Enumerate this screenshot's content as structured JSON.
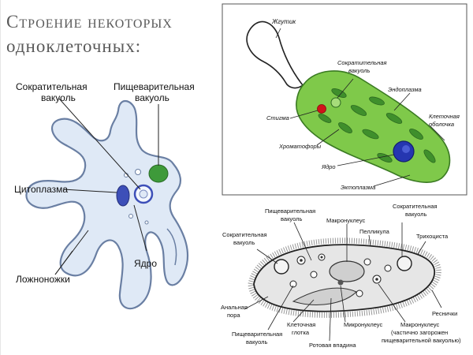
{
  "title": {
    "line1": "Строение некоторых",
    "line2": "одноклеточных:"
  },
  "amoeba": {
    "labels": {
      "contractile_vacuole_1": "Сократительная",
      "contractile_vacuole_2": "вакуоль",
      "digestive_vacuole_1": "Пищеварительная",
      "digestive_vacuole_2": "вакуоль",
      "cytoplasm": "Цитоплазма",
      "nucleus": "Ядро",
      "pseudopodia": "Ложноножки"
    }
  },
  "euglena": {
    "labels": {
      "flagellum": "Жгутик",
      "contractile_vacuole_1": "Сократительная",
      "contractile_vacuole_2": "вакуоль",
      "endoplasm": "Эндоплазма",
      "stigma": "Стигма",
      "cell_membrane_1": "Клеточная",
      "cell_membrane_2": "оболочка",
      "chromatophores": "Хроматофоры",
      "nucleus": "Ядро",
      "ectoplasm": "Эктоплазма"
    }
  },
  "paramecium": {
    "labels": {
      "digestive_vacuole_top_1": "Пищеварительная",
      "digestive_vacuole_top_2": "вакуоль",
      "macronucleus_top": "Макронуклеус",
      "contractile_vacuole_right_1": "Сократительная",
      "contractile_vacuole_right_2": "вакуоль",
      "pellicle": "Пелликула",
      "contractile_vacuole_left_1": "Сократительная",
      "contractile_vacuole_left_2": "вакуоль",
      "trichocyst": "Трихоциста",
      "anal_pore_1": "Анальная",
      "anal_pore_2": "пора",
      "cilia": "Реснички",
      "cell_pharynx_1": "Клеточная",
      "cell_pharynx_2": "глотка",
      "micronucleus": "Микронуклеус",
      "macronucleus_bottom_1": "Макронуклеус",
      "macronucleus_bottom_2": "(частично загорожен",
      "macronucleus_bottom_3": "пищеварительной вакуолью)",
      "digestive_vacuole_bottom_1": "Пищеварительная",
      "digestive_vacuole_bottom_2": "вакуоль",
      "oral_groove": "Ротовая впадина"
    }
  },
  "colors": {
    "amoeba_body": "#dfe9f6",
    "amoeba_outline": "#6a7fa3",
    "amoeba_nucleus": "#3d4fb8",
    "amoeba_food_vacuole": "#3e9a3a",
    "euglena_body": "#7fc94a",
    "euglena_chromatophore": "#3f8f2c",
    "euglena_nucleus": "#2536b0",
    "euglena_stigma": "#d0131a",
    "paramecium_body": "#e6e6e6"
  }
}
